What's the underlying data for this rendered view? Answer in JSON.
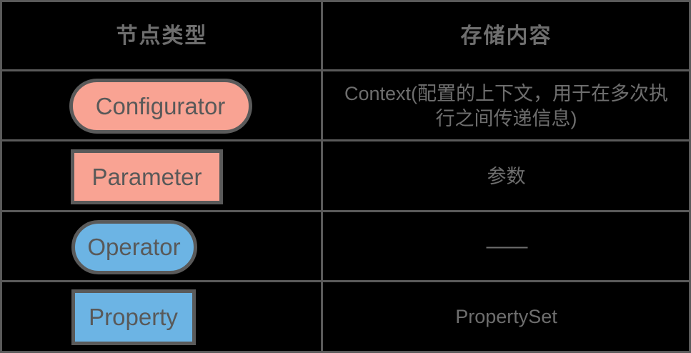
{
  "table": {
    "columns": [
      {
        "header": "节点类型"
      },
      {
        "header": "存储内容"
      }
    ],
    "rows": [
      {
        "node": {
          "label": "Configurator",
          "shape": "pill",
          "fill": "#f9a393",
          "border": "#5a5a5a"
        },
        "description": "Context(配置的上下文，用于在多次执行之间传递信息)"
      },
      {
        "node": {
          "label": "Parameter",
          "shape": "rect",
          "fill": "#f9a393",
          "border": "#5a5a5a"
        },
        "description": "参数"
      },
      {
        "node": {
          "label": "Operator",
          "shape": "pill",
          "fill": "#6cb4e4",
          "border": "#5a5a5a"
        },
        "description": "——"
      },
      {
        "node": {
          "label": "Property",
          "shape": "rect",
          "fill": "#6cb4e4",
          "border": "#5a5a5a"
        },
        "description": "PropertySet"
      }
    ]
  },
  "theme": {
    "background": "#000000",
    "grid_line": "#5a5a5a",
    "text": "#6e6e6e",
    "node_text": "#595959",
    "salmon": "#f9a393",
    "blue": "#6cb4e4"
  }
}
